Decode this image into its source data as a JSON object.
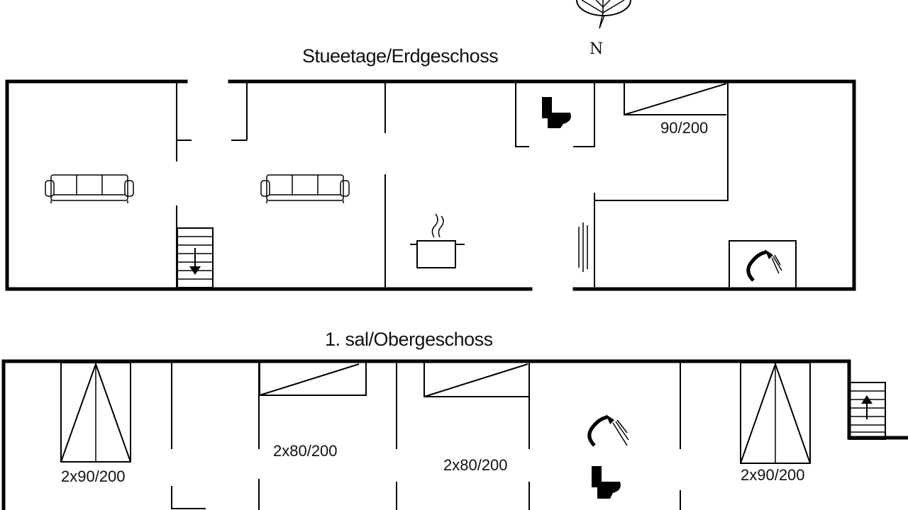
{
  "compass": {
    "north_label": "N"
  },
  "ground_floor": {
    "title": "Stueetage/Erdgeschoss",
    "bed_label": "90/200"
  },
  "first_floor": {
    "title": "1. sal/Obergeschoss",
    "bed_labels": [
      "2x90/200",
      "2x80/200",
      "2x80/200",
      "2x90/200"
    ]
  }
}
